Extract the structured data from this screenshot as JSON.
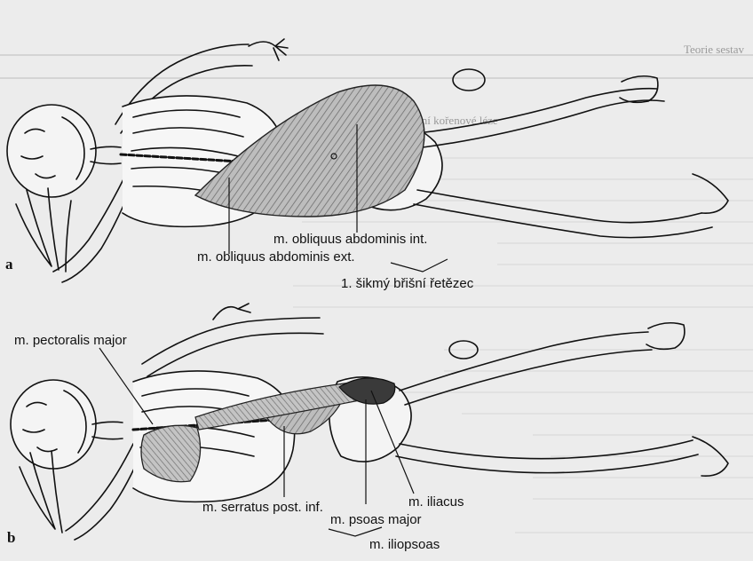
{
  "figure": {
    "panel_a": {
      "letter": "a",
      "labels": {
        "obliquus_int": "m. obliquus abdominis int.",
        "obliquus_ext": "m. obliquus abdominis ext.",
        "chain": "1. šikmý břišní řetězec"
      }
    },
    "panel_b": {
      "letter": "b",
      "labels": {
        "pectoralis": "m. pectoralis major",
        "serratus": "m. serratus post. inf.",
        "iliacus": "m. iliacus",
        "psoas": "m. psoas major",
        "iliopsoas": "m. iliopsoas"
      }
    }
  },
  "background_page": {
    "header_right": "Teorie sestav",
    "section_heading": "Svalové řetězce při cervikální kořenové léze"
  }
}
